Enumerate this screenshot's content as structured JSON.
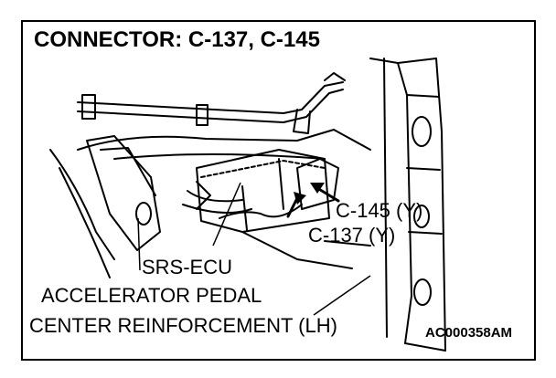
{
  "title": "CONNECTOR: C-137, C-145",
  "labels": {
    "c145": "C-145 (Y)",
    "c137": "C-137 (Y)",
    "srs_ecu": "SRS-ECU",
    "accelerator_pedal": "ACCELERATOR PEDAL",
    "center_reinforcement": "CENTER REINFORCEMENT (LH)"
  },
  "figure_code": "AC000358AM"
}
